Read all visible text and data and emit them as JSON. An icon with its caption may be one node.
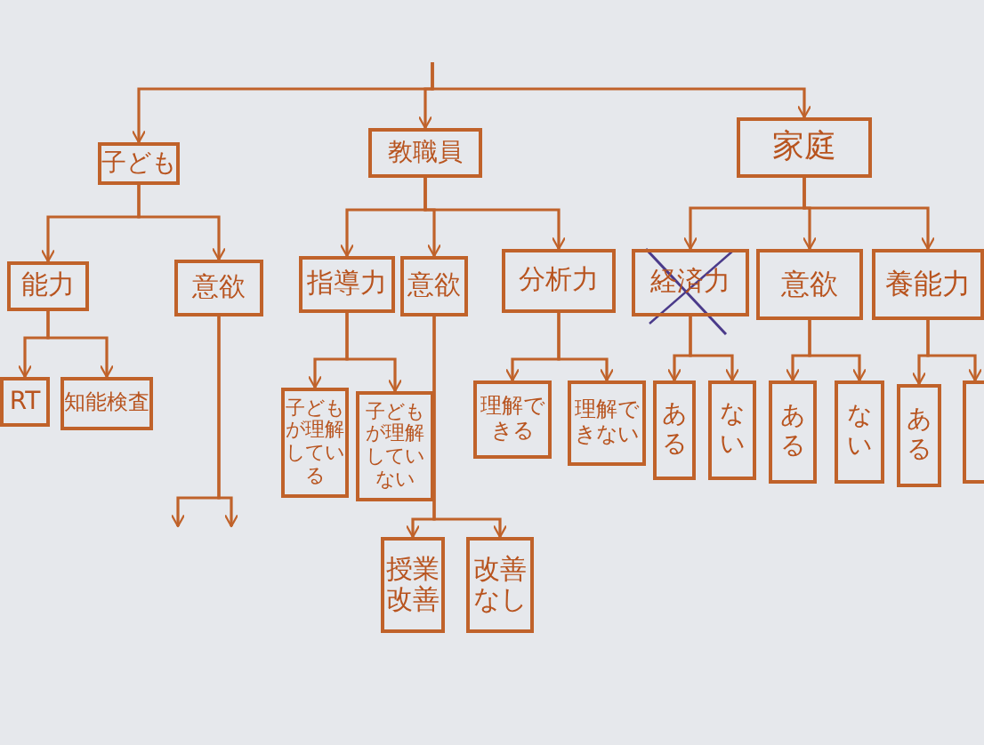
{
  "diagram": {
    "nodes": [
      {
        "text": [
          "子ども"
        ]
      },
      {
        "text": [
          "教職員"
        ]
      },
      {
        "text": [
          "家庭"
        ]
      },
      {
        "text": [
          "能力"
        ]
      },
      {
        "text": [
          "意欲"
        ]
      },
      {
        "text": [
          "指導力"
        ]
      },
      {
        "text": [
          "意欲"
        ]
      },
      {
        "text": [
          "分析力"
        ]
      },
      {
        "text": [
          "経済力"
        ]
      },
      {
        "text": [
          "意欲"
        ]
      },
      {
        "text": [
          "養能力"
        ]
      },
      {
        "text": [
          "RT"
        ]
      },
      {
        "text": [
          "知能検査"
        ]
      },
      {
        "text": [
          "子どもが理解している"
        ]
      },
      {
        "text": [
          "子どもが理解していない"
        ]
      },
      {
        "text": [
          "理解できる"
        ]
      },
      {
        "text": [
          "理解できない"
        ]
      },
      {
        "text": [
          "ある"
        ]
      },
      {
        "text": [
          "ない"
        ]
      },
      {
        "text": [
          "ある"
        ]
      },
      {
        "text": [
          "ない"
        ]
      },
      {
        "text": [
          "ある"
        ]
      },
      {
        "text": [],
        "shape": "box"
      },
      {
        "text": [
          "授業改善"
        ]
      },
      {
        "text": [
          "改善なし"
        ]
      }
    ],
    "edges": [
      {
        "from": null,
        "to": 0,
        "arrow": "to"
      },
      {
        "from": null,
        "to": 1,
        "arrow": "to"
      },
      {
        "from": null,
        "to": 2,
        "arrow": "to"
      },
      {
        "from": 0,
        "to": 3,
        "arrow": "to"
      },
      {
        "from": 0,
        "to": 4,
        "arrow": "to"
      },
      {
        "from": 1,
        "to": 5,
        "arrow": "to"
      },
      {
        "from": 1,
        "to": 6,
        "arrow": "to"
      },
      {
        "from": 1,
        "to": 7,
        "arrow": "to"
      },
      {
        "from": 2,
        "to": 8,
        "arrow": "to"
      },
      {
        "from": 2,
        "to": 9,
        "arrow": "to"
      },
      {
        "from": 2,
        "to": 10,
        "arrow": "to"
      },
      {
        "from": 3,
        "to": 11,
        "arrow": "to"
      },
      {
        "from": 3,
        "to": 12,
        "arrow": "to"
      },
      {
        "from": 4,
        "to": null,
        "arrow": "to"
      },
      {
        "from": 4,
        "to": null,
        "arrow": "to"
      },
      {
        "from": 5,
        "to": 13,
        "arrow": "to"
      },
      {
        "from": 5,
        "to": 14,
        "arrow": "to"
      },
      {
        "from": 7,
        "to": 15,
        "arrow": "to"
      },
      {
        "from": 7,
        "to": 16,
        "arrow": "to"
      },
      {
        "from": 8,
        "to": 17,
        "arrow": "to"
      },
      {
        "from": 8,
        "to": 18,
        "arrow": "to"
      },
      {
        "from": 9,
        "to": 19,
        "arrow": "to"
      },
      {
        "from": 9,
        "to": 20,
        "arrow": "to"
      },
      {
        "from": 10,
        "to": 21,
        "arrow": "to"
      },
      {
        "from": 10,
        "to": 22,
        "arrow": "to"
      },
      {
        "from": 6,
        "to": 23,
        "arrow": "to"
      },
      {
        "from": 6,
        "to": 24,
        "arrow": "to"
      }
    ]
  }
}
